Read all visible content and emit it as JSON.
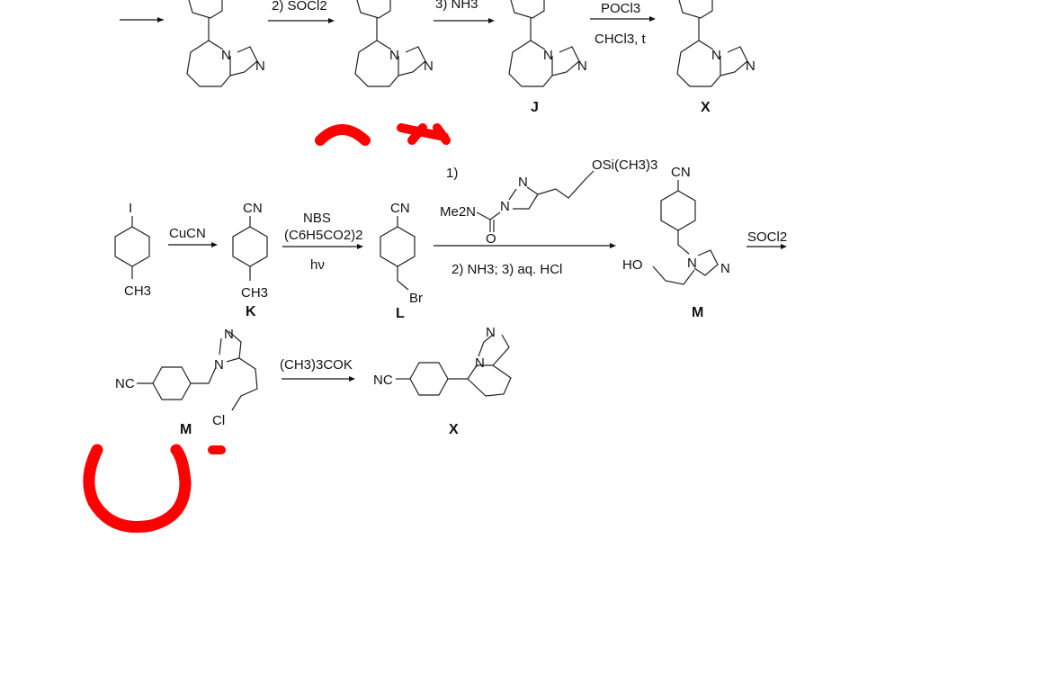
{
  "row1": {
    "step2_reagent": "2) SOCl2",
    "step3_reagent": "3) NH3",
    "final_reagent_top": "POCl3",
    "final_reagent_bottom": "CHCl3, t",
    "compound_j": "J",
    "compound_x": "X",
    "atom_n": "N"
  },
  "row2": {
    "iodo": "I",
    "methyl": "CH3",
    "cucn": "CuCN",
    "nitrile": "CN",
    "compound_k": "K",
    "nbs": "NBS",
    "peroxide": "(C6H5CO2)2",
    "hv": "hν",
    "bromo": "Br",
    "compound_l": "L",
    "step1_num": "1)",
    "me2n": "Me2N",
    "carbonyl_o": "O",
    "tms_ether": "OSi(CH3)3",
    "step23": "2) NH3; 3) aq. HCl",
    "hydroxy": "HO",
    "compound_m": "M",
    "socl2": "SOCl2"
  },
  "row3": {
    "nc": "NC",
    "chloro": "Cl",
    "base": "(CH3)3COK",
    "compound_m": "M",
    "compound_x": "X"
  },
  "annotation_color": "#ff0000"
}
